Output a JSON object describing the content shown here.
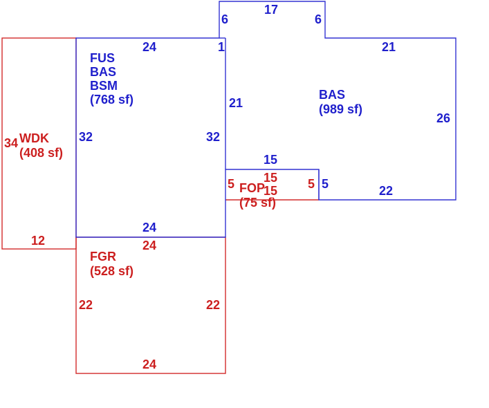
{
  "colors": {
    "building": "#1f1fcc",
    "other": "#cc1f1f"
  },
  "areas": {
    "fus_bas_bsm": {
      "line1": "FUS",
      "line2": "BAS",
      "line3": "BSM",
      "line4": "(768 sf)"
    },
    "bas": {
      "line1": "BAS",
      "line2": "(989 sf)"
    },
    "wdk": {
      "line1": "WDK",
      "line2": "(408 sf)"
    },
    "fop": {
      "line1": "FOP",
      "line2": "(75 sf)"
    },
    "fgr": {
      "line1": "FGR",
      "line2": "(528 sf)"
    }
  },
  "dimensions": {
    "bump_top": "17",
    "bump_left": "6",
    "bump_right": "6",
    "fus_top": "24",
    "fus_jog": "1",
    "bas_top": "21",
    "inner_21": "21",
    "bas_right": "26",
    "fus_left": "32",
    "fus_right": "32",
    "fop_top_blue": "15",
    "fop_top_red": "15",
    "fop_bottom": "15",
    "fop_left": "5",
    "fop_right_red": "5",
    "fop_right_blue": "5",
    "bas_bottom": "22",
    "fus_bottom": "24",
    "wdk_left": "34",
    "wdk_bottom": "12",
    "fgr_top": "24",
    "fgr_left": "22",
    "fgr_right": "22",
    "fgr_bottom": "24"
  }
}
